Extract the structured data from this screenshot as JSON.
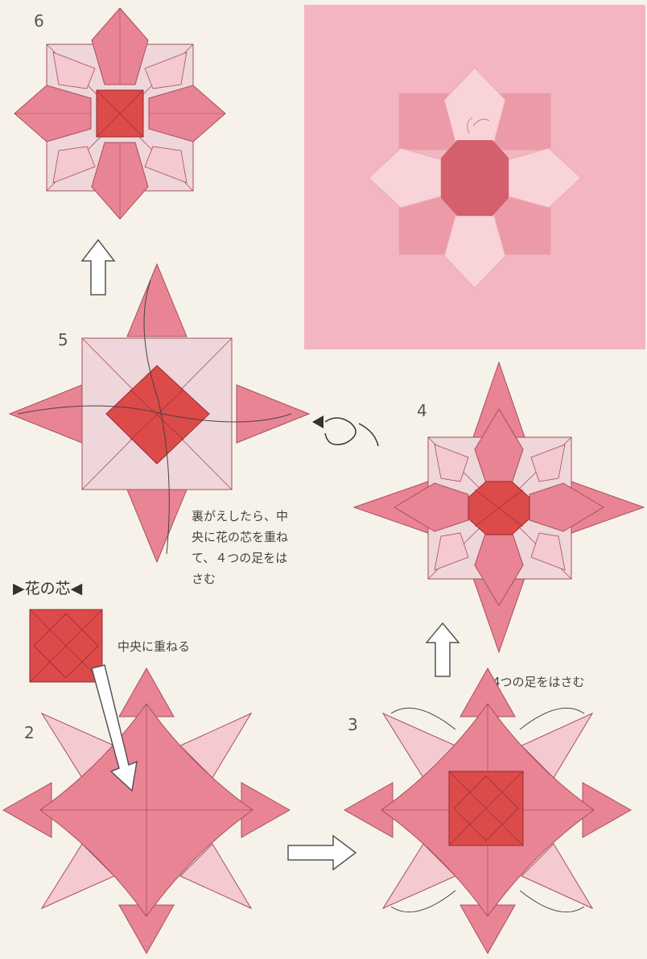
{
  "steps": {
    "step6": "6",
    "step5": "5",
    "step4": "4",
    "step3": "3",
    "step2": "2"
  },
  "labels": {
    "center_heading": "▶花の芯◀",
    "place_center": "中央に重ねる",
    "flip_note": "裏がえしたら、中\n央に花の芯を重ね\nて、４つの足をは\nさむ",
    "tuck_legs": "4つの足をはさむ"
  },
  "colors": {
    "paper_bg": "#f6f2ea",
    "pink": "#e98494",
    "light_pink": "#f4c9cf",
    "pale_pink": "#efd6da",
    "red_center": "#dd4a4a",
    "photo_bg": "#f3b6c0",
    "line": "#a5505c"
  },
  "icons": {
    "arrow_up": "hollow-up-arrow",
    "arrow_right": "hollow-right-arrow",
    "flip_arrow": "turn-over-arrow"
  }
}
